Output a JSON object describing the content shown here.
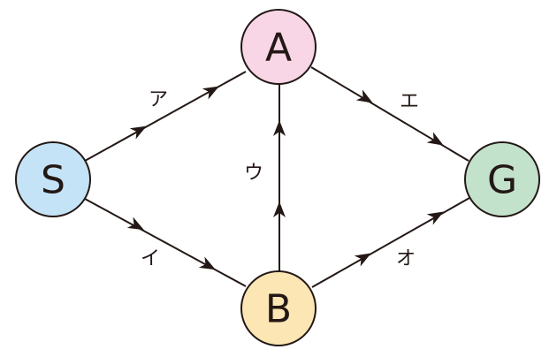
{
  "nodes": {
    "S": {
      "label": "S",
      "fill": "#c5e3f6"
    },
    "A": {
      "label": "A",
      "fill": "#f9d6e6"
    },
    "B": {
      "label": "B",
      "fill": "#fbe6b4"
    },
    "G": {
      "label": "G",
      "fill": "#c3e2cc"
    }
  },
  "edges": {
    "a": {
      "label": "ア",
      "from": "S",
      "to": "A"
    },
    "i": {
      "label": "イ",
      "from": "S",
      "to": "B"
    },
    "u": {
      "label": "ウ",
      "from": "B",
      "to": "A"
    },
    "e": {
      "label": "エ",
      "from": "A",
      "to": "G"
    },
    "o": {
      "label": "オ",
      "from": "B",
      "to": "G"
    }
  },
  "colors": {
    "stroke": "#231815"
  }
}
